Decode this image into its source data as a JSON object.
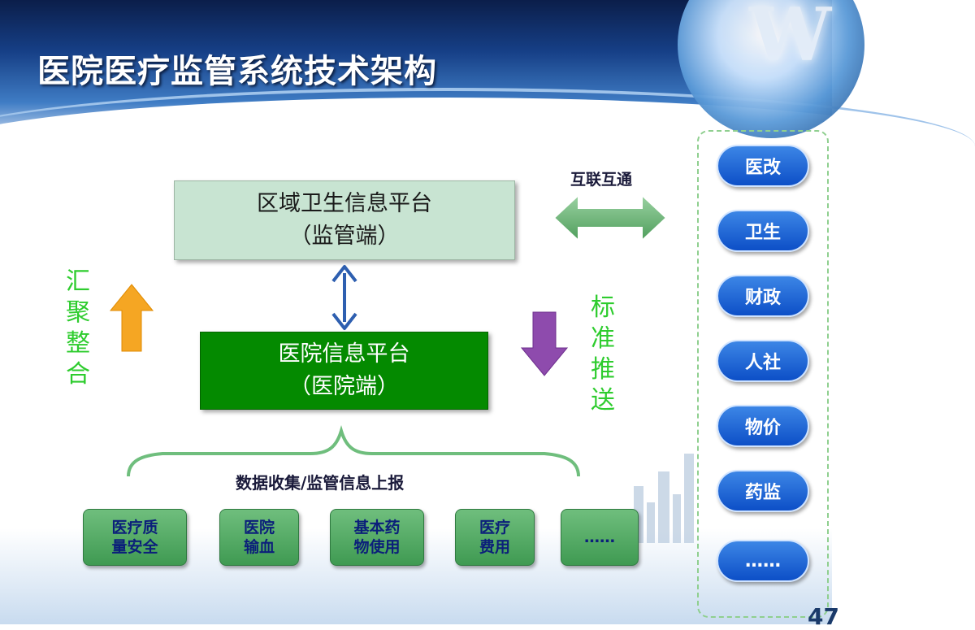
{
  "slide": {
    "title": "医院医疗监管系统技术架构",
    "page_number": "47"
  },
  "platforms": {
    "regional": {
      "line1": "区域卫生信息平台",
      "line2": "（监管端）"
    },
    "hospital": {
      "line1": "医院信息平台",
      "line2": "（医院端）"
    }
  },
  "side_labels": {
    "aggregate": [
      "汇",
      "聚",
      "整",
      "合"
    ],
    "standard_push": [
      "标",
      "准",
      "推",
      "送"
    ],
    "interconnect": "互联互通"
  },
  "data_collection_label": "数据收集/监管信息上报",
  "sources": [
    {
      "line1": "医疗质",
      "line2": "量安全"
    },
    {
      "line1": "医院",
      "line2": "输血"
    },
    {
      "line1": "基本药",
      "line2": "物使用"
    },
    {
      "line1": "医疗",
      "line2": "费用"
    },
    {
      "line1": "……",
      "line2": ""
    }
  ],
  "agencies": [
    "医改",
    "卫生",
    "财政",
    "人社",
    "物价",
    "药监",
    "……"
  ],
  "colors": {
    "regional_box": "#c8e4d2",
    "hospital_box": "#048a00",
    "green_text": "#2ecc2e",
    "up_arrow": "#f5a623",
    "down_arrow": "#8e4bad",
    "pill_blue": "#0d4fc7",
    "source_green": "#4fa85f"
  }
}
